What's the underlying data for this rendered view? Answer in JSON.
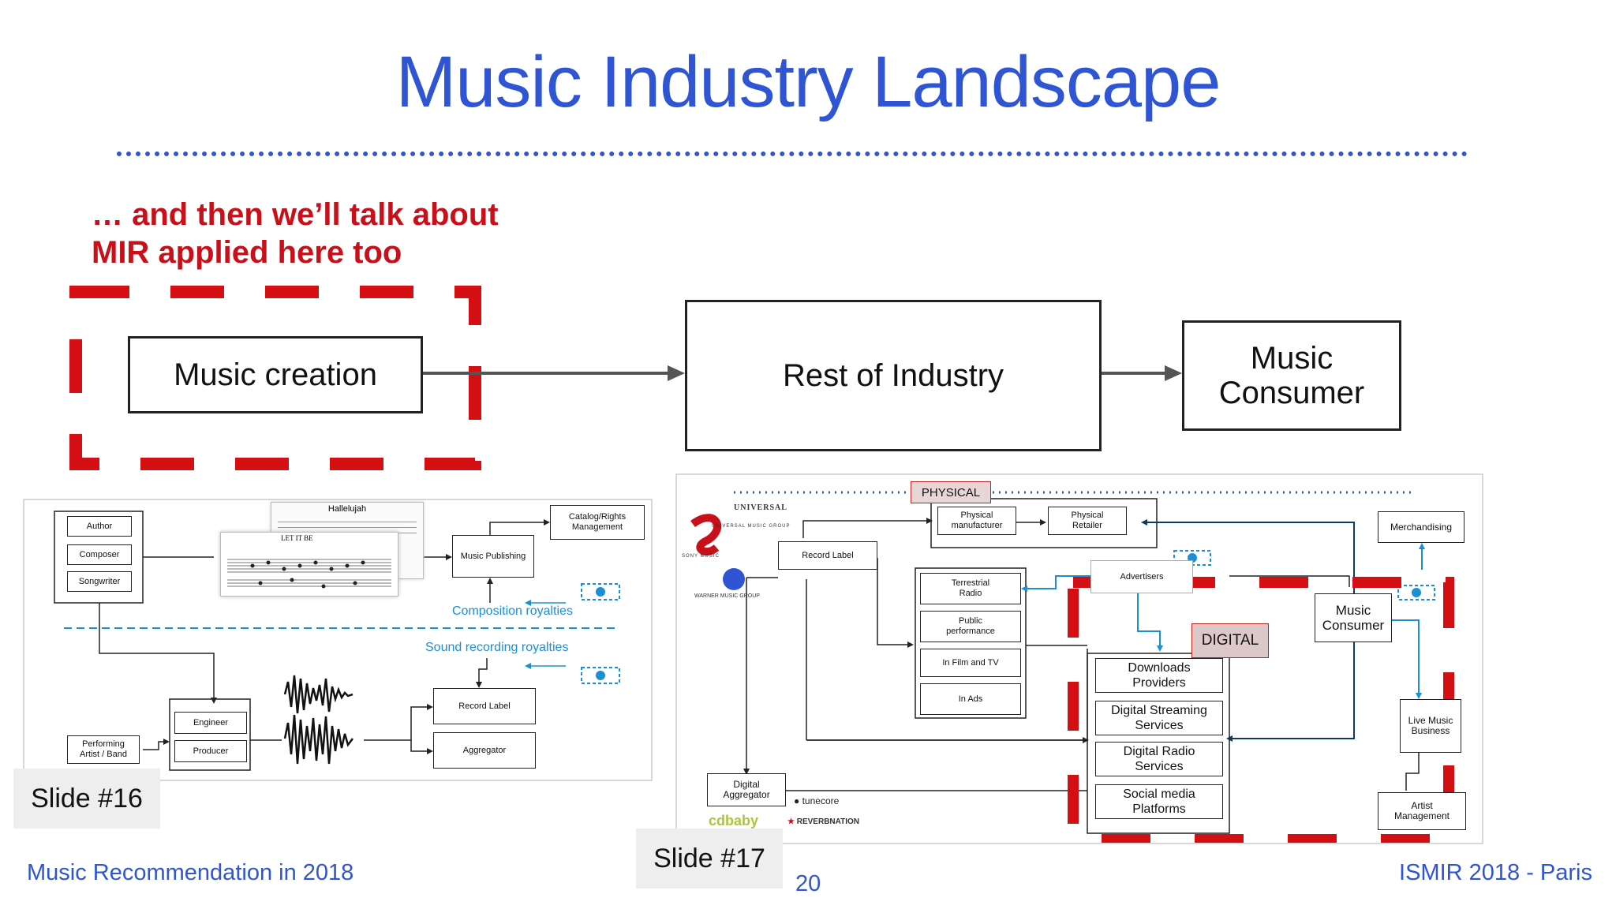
{
  "slide": {
    "title": "Music Industry Landscape",
    "callout": [
      "… and then we’ll talk about",
      "MIR applied here too"
    ],
    "footer_left": "Music Recommendation in 2018",
    "footer_right": "ISMIR 2018 - Paris",
    "page_number": "20"
  },
  "flow": {
    "creation": "Music creation",
    "industry": "Rest of Industry",
    "consumer_line1": "Music",
    "consumer_line2": "Consumer"
  },
  "slide16": {
    "label": "Slide #16",
    "boxes": {
      "author": "Author",
      "composer": "Composer",
      "songwriter": "Songwriter",
      "performing": [
        "Performing",
        "Artist / Band"
      ],
      "engineer": "Engineer",
      "producer": "Producer",
      "music_publishing": "Music Publishing",
      "catalog": [
        "Catalog/Rights",
        "Management"
      ],
      "record_label": "Record Label",
      "aggregator": "Aggregator"
    },
    "composition_royalties": "Composition royalties",
    "sound_recording_royalties": "Sound recording royalties",
    "sheet1_title": "Hallelujah",
    "sheet2_title": "LET IT BE"
  },
  "slide17": {
    "label": "Slide #17",
    "physical": "PHYSICAL",
    "digital": "DIGITAL",
    "boxes": {
      "phys_manufacturer": [
        "Physical",
        "manufacturer"
      ],
      "phys_retailer": [
        "Physical",
        "Retailer"
      ],
      "record_label": "Record Label",
      "terrestrial": [
        "Terrestrial",
        "Radio"
      ],
      "public_perf": [
        "Public",
        "performance"
      ],
      "film_tv": "In Film and TV",
      "ads": "In Ads",
      "advertisers": "Advertisers",
      "downloads": [
        "Downloads",
        "Providers"
      ],
      "streaming": [
        "Digital Streaming",
        "Services"
      ],
      "radio_services": [
        "Digital Radio",
        "Services"
      ],
      "social": [
        "Social media",
        "Platforms"
      ],
      "music_consumer": [
        "Music",
        "Consumer"
      ],
      "merchandising": "Merchandising",
      "live_music": [
        "Live Music",
        "Business"
      ],
      "artist_mgmt": [
        "Artist",
        "Management"
      ],
      "digital_aggregator": [
        "Digital",
        "Aggregator"
      ]
    },
    "logos": {
      "universal": "UNIVERSAL",
      "umg": "UNIVERSAL MUSIC GROUP",
      "sony": "SONY MUSIC",
      "warner": "WARNER MUSIC GROUP",
      "tunecore": "tunecore",
      "cdbaby": "cdbaby",
      "reverbnation": "REVERBNATION"
    }
  },
  "colors": {
    "title_blue": "#2f55d4",
    "callout_red": "#c8101a",
    "dash_red": "#d40f14",
    "royalty_blue": "#1a8fd6"
  }
}
